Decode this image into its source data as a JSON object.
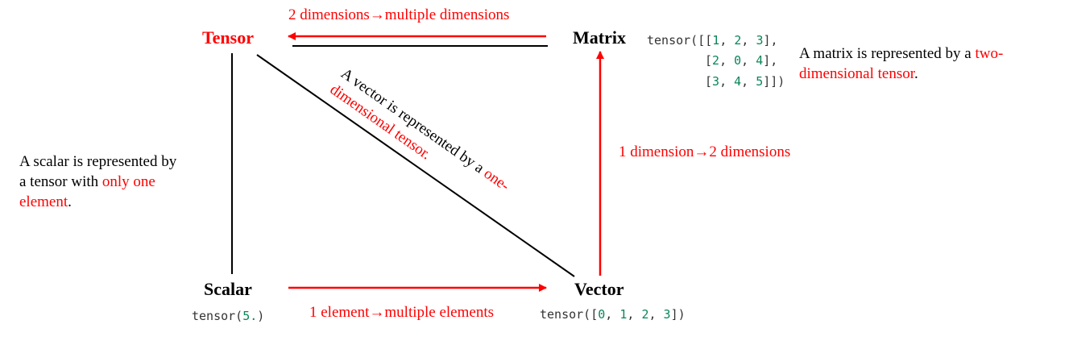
{
  "nodes": {
    "tensor": "Tensor",
    "matrix": "Matrix",
    "scalar": "Scalar",
    "vector": "Vector"
  },
  "edges": {
    "matrix_to_tensor": "2 dimensions→multiple dimensions",
    "vector_to_matrix": "1 dimension→2 dimensions",
    "scalar_to_vector": "1 element→multiple elements"
  },
  "code": {
    "scalar": {
      "prefix": "tensor(",
      "value": "5.",
      "suffix": ")"
    },
    "vector": {
      "prefix": "tensor([",
      "v0": "0",
      "v1": "1",
      "v2": "2",
      "v3": "3",
      "suffix": "])"
    },
    "matrix": {
      "r1_prefix": "tensor([[",
      "r1": [
        "1",
        "2",
        "3"
      ],
      "r1_suffix": "],",
      "r2_prefix": "[",
      "r2": [
        "2",
        "0",
        "4"
      ],
      "r2_suffix": "],",
      "r3_prefix": "[",
      "r3": [
        "3",
        "4",
        "5"
      ],
      "r3_suffix": "]])"
    }
  },
  "descriptions": {
    "scalar": {
      "line1": "A scalar is represented by",
      "line2_black": "a tensor with ",
      "line2_red": "only one",
      "line3_red": "element",
      "line3_black": "."
    },
    "vector": {
      "line1_black": "A vector is represented by a ",
      "line1_red": "one-",
      "line2_red": "dimensional tensor."
    },
    "matrix": {
      "line1_black": "A matrix is represented by a ",
      "line1_red": "two-",
      "line2_red": "dimensional tensor",
      "line2_black": "."
    }
  },
  "colors": {
    "highlight": "#ff0000",
    "text": "#000000",
    "code_number": "#098658",
    "code_text": "#333333"
  }
}
